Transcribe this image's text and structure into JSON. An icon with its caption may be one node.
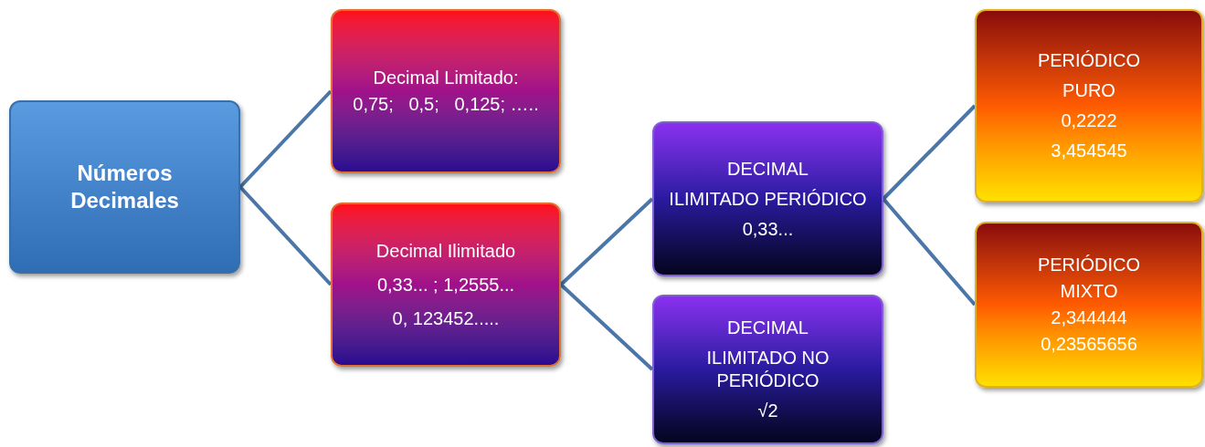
{
  "diagram": {
    "nodes": [
      {
        "text": [
          "Números Decimales"
        ]
      },
      {
        "text": [
          "Decimal Limitado:",
          "0,75;   0,5;   0,125; ….."
        ]
      },
      {
        "text": [
          "Decimal Ilimitado",
          "0,33... ; 1,2555...",
          "0, 123452....."
        ]
      },
      {
        "text": [
          "DECIMAL",
          "ILIMITADO PERIÓDICO",
          "0,33..."
        ]
      },
      {
        "text": [
          "DECIMAL",
          "ILIMITADO NO PERIÓDICO",
          "√2"
        ]
      },
      {
        "text": [
          "PERIÓDICO",
          "PURO",
          "0,2222",
          "3,454545"
        ]
      },
      {
        "text": [
          "PERIÓDICO",
          "MIXTO",
          "2,344444",
          "0,23565656"
        ]
      }
    ],
    "edges": [
      {
        "from": 0,
        "to": 1,
        "arrow": "none"
      },
      {
        "from": 0,
        "to": 2,
        "arrow": "none"
      },
      {
        "from": 2,
        "to": 3,
        "arrow": "none"
      },
      {
        "from": 2,
        "to": 4,
        "arrow": "none"
      },
      {
        "from": 3,
        "to": 5,
        "arrow": "none"
      },
      {
        "from": 3,
        "to": 6,
        "arrow": "none"
      }
    ]
  }
}
